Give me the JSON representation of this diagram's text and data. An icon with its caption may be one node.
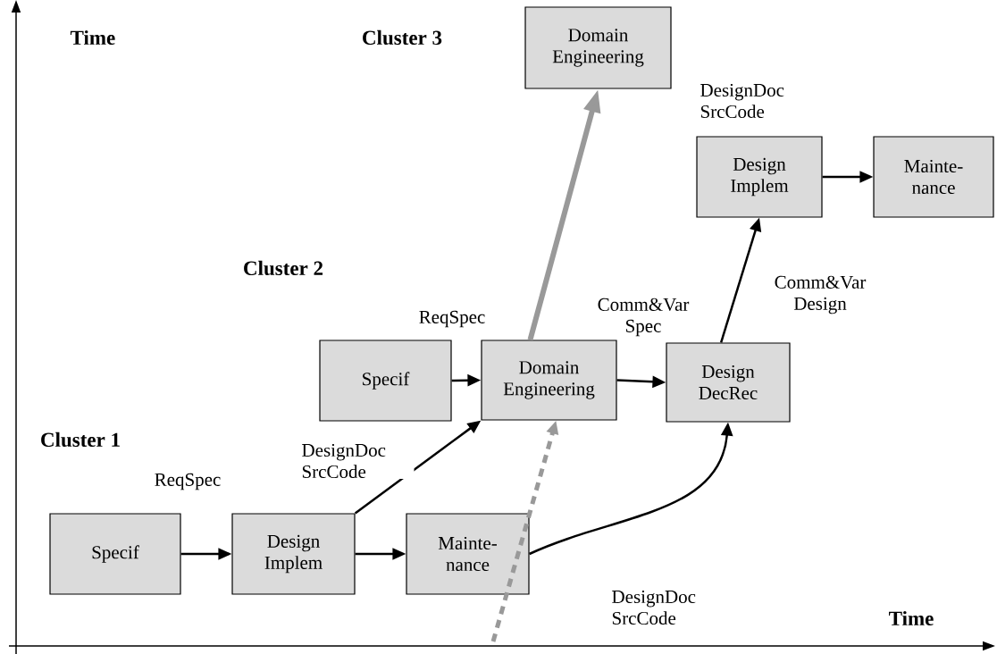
{
  "diagram": {
    "nodes": [
      {
        "text": [
          "Specif"
        ]
      },
      {
        "text": [
          "Design Implem"
        ]
      },
      {
        "text": [
          "Mainte- nance"
        ]
      },
      {
        "text": [
          "Specif"
        ]
      },
      {
        "text": [
          "Domain Engineering"
        ]
      },
      {
        "text": [
          "Design DecRec"
        ]
      },
      {
        "text": [
          "Domain Engineering"
        ]
      },
      {
        "text": [
          "Design Implem"
        ]
      },
      {
        "text": [
          "Mainte- nance"
        ]
      }
    ],
    "edges": [
      {
        "from": 0,
        "to": 1,
        "arrow": "to",
        "label": "ReqSpec"
      },
      {
        "from": 1,
        "to": 2,
        "arrow": "to"
      },
      {
        "from": 1,
        "to": 4,
        "arrow": "to",
        "label": "DesignDoc SrcCode"
      },
      {
        "from": 2,
        "to": 5,
        "arrow": "to",
        "label": "DesignDoc SrcCode"
      },
      {
        "from": 3,
        "to": 4,
        "arrow": "to",
        "label": "ReqSpec"
      },
      {
        "from": 4,
        "to": 5,
        "arrow": "to",
        "label": "Comm&Var Spec"
      },
      {
        "from": 4,
        "to": 6,
        "arrow": "to",
        "style": "thick",
        "color": "#999999"
      },
      {
        "from": null,
        "to": 4,
        "arrow": "to",
        "style": "dashed",
        "color": "#999999"
      },
      {
        "from": 5,
        "to": 7,
        "arrow": "to",
        "label": "Comm&Var Design"
      },
      {
        "from": 7,
        "to": 8,
        "arrow": "to",
        "label": "DesignDoc SrcCode"
      }
    ],
    "labels": [
      "Time",
      "Cluster 3",
      "Cluster 2",
      "Cluster 1",
      "Time"
    ]
  }
}
